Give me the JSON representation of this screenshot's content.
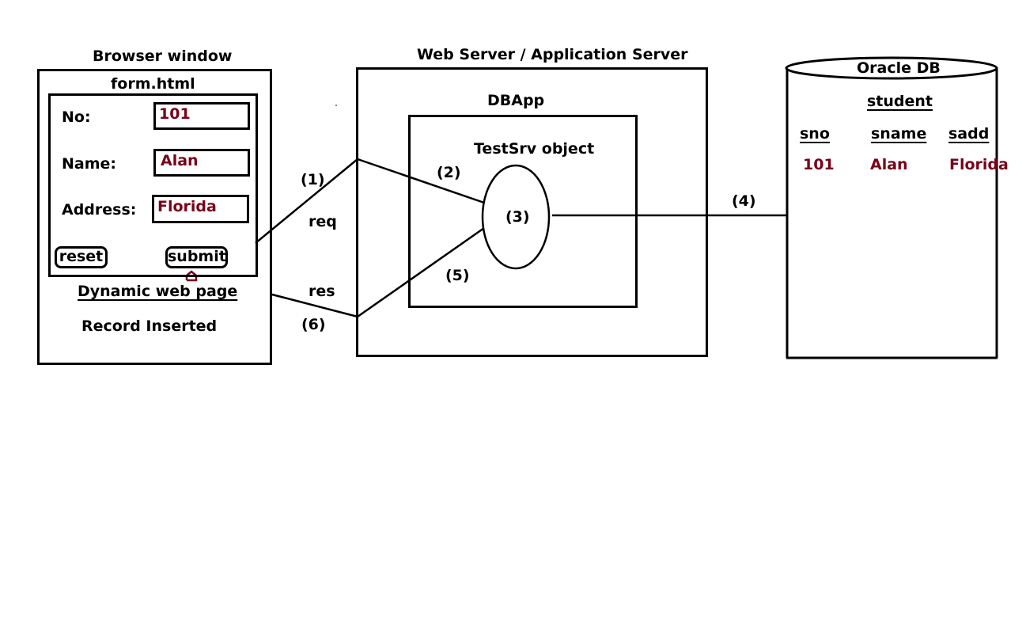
{
  "browser": {
    "title": "Browser window",
    "form_title": "form.html",
    "fields": [
      {
        "label": "No:",
        "value": "101"
      },
      {
        "label": "Name:",
        "value": "Alan"
      },
      {
        "label": "Address:",
        "value": "Florida"
      }
    ],
    "reset_label": "reset",
    "submit_label": "submit",
    "dynamic_title": "Dynamic web page",
    "dynamic_message": "Record Inserted"
  },
  "server": {
    "title": "Web Server / Application Server",
    "app_title": "DBApp",
    "object_title": "TestSrv object",
    "object_step": "(3)"
  },
  "steps": {
    "s1": "(1)",
    "s2": "(2)",
    "s4": "(4)",
    "s5": "(5)",
    "s6": "(6)",
    "req": "req",
    "res": "res"
  },
  "db": {
    "title": "Oracle DB",
    "table_name": "student",
    "columns": [
      "sno",
      "sname",
      "sadd"
    ],
    "row": [
      "101",
      "Alan",
      "Florida"
    ]
  },
  "colors": {
    "value_color": "#7a0019",
    "line_color": "#000000"
  }
}
